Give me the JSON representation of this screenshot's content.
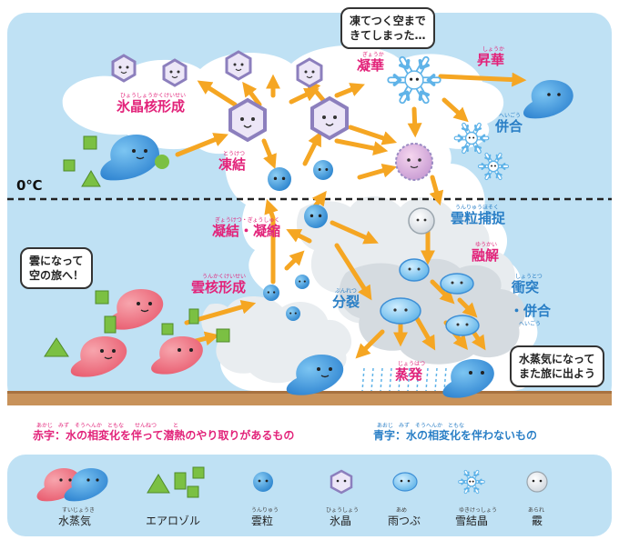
{
  "labels": {
    "ice_nucleation": "氷晶核形成",
    "ice_nucleation_ruby": "ひょうしょうかくけいせい",
    "freezing": "凍結",
    "freezing_ruby": "とうけつ",
    "deposition": "凝華",
    "deposition_ruby": "ぎょうか",
    "sublimation": "昇華",
    "sublimation_ruby": "しょうか",
    "aggregation": "併合",
    "aggregation_ruby": "へいごう",
    "condensation": "凝結・凝縮",
    "condensation_ruby": "ぎょうけつ・ぎょうしゅく",
    "riming": "雲粒捕捉",
    "riming_ruby": "うんりゅうほそく",
    "melting": "融解",
    "melting_ruby": "ゆうかい",
    "cloud_nucleation": "雲核形成",
    "cloud_nucleation_ruby": "うんかくけいせい",
    "breakup": "分裂",
    "breakup_ruby": "ぶんれつ",
    "collision_first": "衝突",
    "collision_second": "・併合",
    "collision_ruby": "しょうとつ",
    "collision_ruby2": "へいごう",
    "evaporation": "蒸発",
    "evaporation_ruby": "じょうはつ",
    "zero_c": "0℃"
  },
  "bubbles": {
    "top_line1": "凍てつく空まで",
    "top_line2": "きてしまった…",
    "left_line1": "雲になって",
    "left_line2": "空の旅へ！",
    "right_line1": "水蒸気になって",
    "right_line2": "また旅に出よう"
  },
  "notes": {
    "red_note": "赤字：水の相変化を伴って潜熱のやり取りがあるもの",
    "red_note_ruby": "あかじ　みず　そうへんか　ともな　　せんねつ　　　と",
    "blue_note": "青字：水の相変化を伴わないもの",
    "blue_note_ruby": "あおじ　みず　そうへんか　ともな"
  },
  "legend": [
    {
      "label": "水蒸気",
      "ruby": "すいじょうき",
      "icon": "water-vapor-icon"
    },
    {
      "label": "エアロゾル",
      "ruby": "",
      "icon": "aerosol-icon"
    },
    {
      "label": "雲粒",
      "ruby": "うんりゅう",
      "icon": "cloud-droplet-icon"
    },
    {
      "label": "氷晶",
      "ruby": "ひょうしょう",
      "icon": "ice-crystal-icon"
    },
    {
      "label": "雨つぶ",
      "ruby": "あめ",
      "icon": "raindrop-icon"
    },
    {
      "label": "雪結晶",
      "ruby": "ゆきけっしょう",
      "icon": "snow-crystal-icon"
    },
    {
      "label": "霰",
      "ruby": "あられ",
      "icon": "graupel-icon"
    }
  ],
  "colors": {
    "sky": "#bfe1f4",
    "ground": "#c8925a",
    "arrow": "#f5a623",
    "red_label": "#e2237a",
    "blue_label": "#2a7fc6",
    "vapor_blue": "#3d8fd6",
    "vapor_pink": "#ee6f7f",
    "aerosol_green": "#7bc043",
    "ice_purple": "#9b8cc4"
  }
}
